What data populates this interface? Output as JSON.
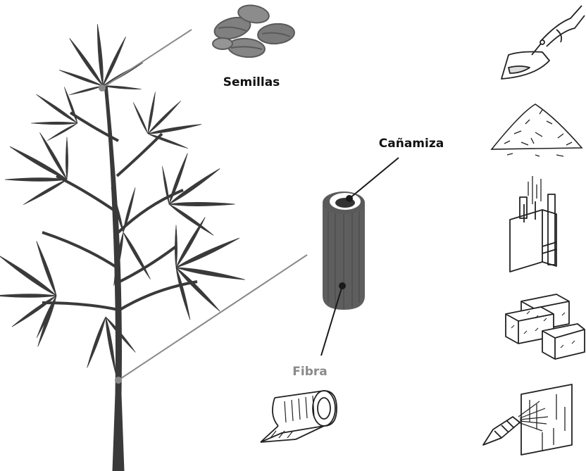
{
  "labels": {
    "seeds": "Semillas",
    "hurd": "Cañamiza",
    "fiber": "Fibra"
  },
  "colors": {
    "plant": "#3a3a3a",
    "stem_body": "#5e5e5e",
    "stem_top": "#4a4a4a",
    "stem_bore": "#ffffff",
    "seed": "#808080",
    "seed_dark": "#5a5a5a",
    "leader_line": "#8a8a8a",
    "callout_line": "#1a1a1a",
    "fiber_label": "#8a8a8a",
    "dark_label": "#111111"
  },
  "icons": [
    "trowel-plaster-icon",
    "hurd-pile-icon",
    "wall-formwork-icon",
    "hemp-blocks-icon",
    "spray-wall-icon"
  ]
}
